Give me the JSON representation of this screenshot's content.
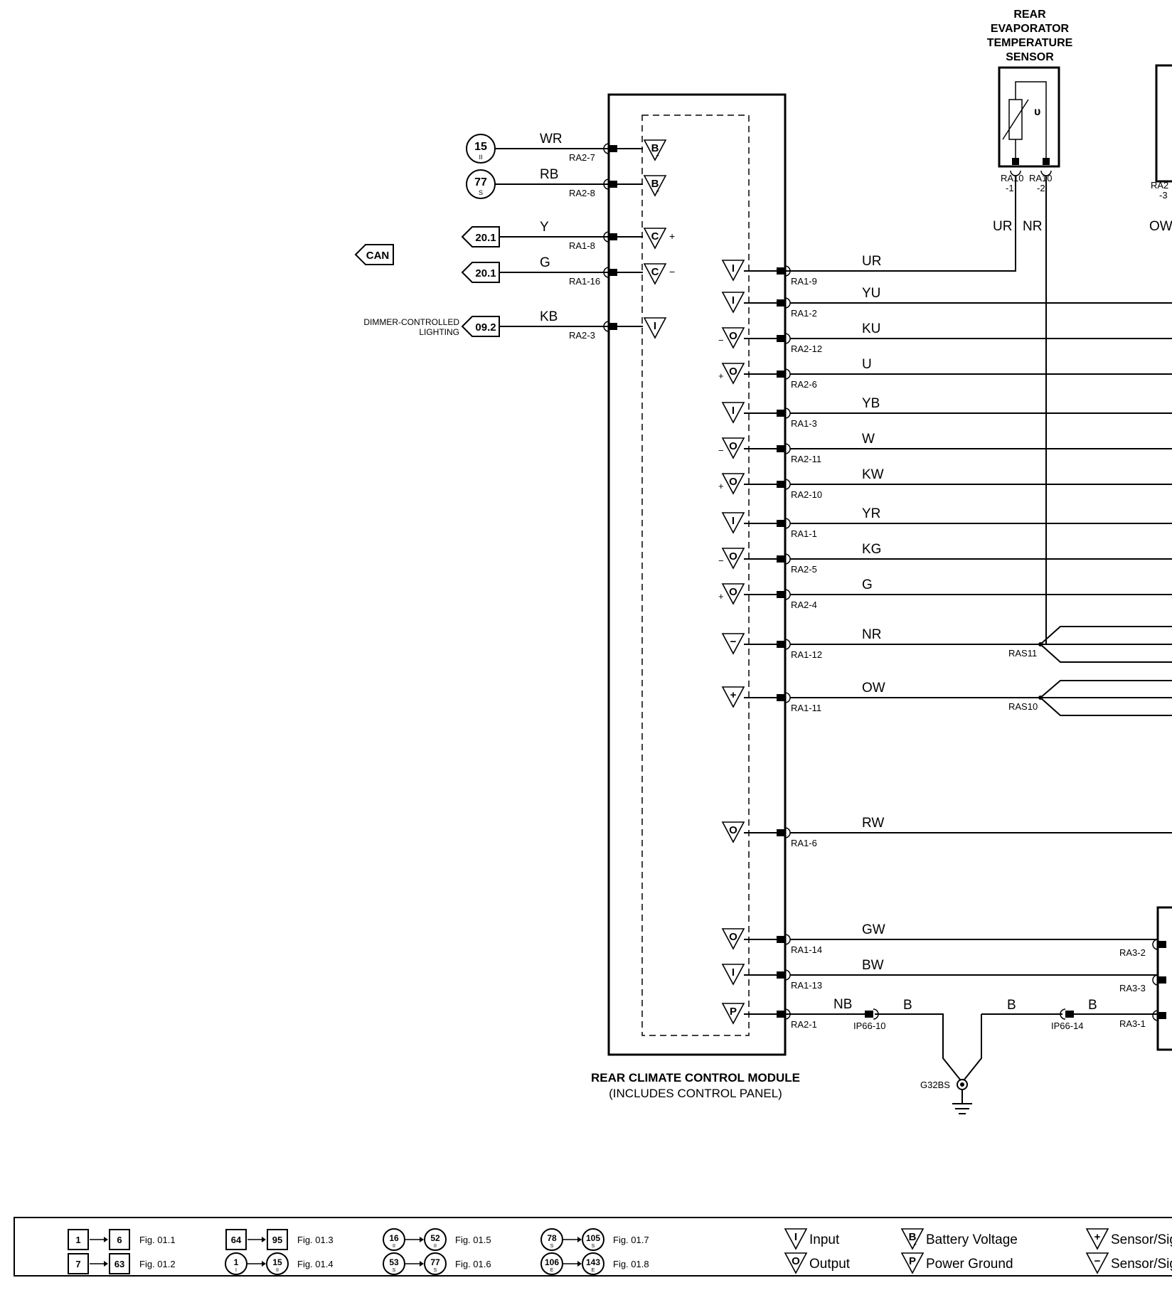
{
  "sensor_title": [
    "REAR",
    "EVAPORATOR",
    "TEMPERATURE",
    "SENSOR"
  ],
  "module_name": "REAR CLIMATE CONTROL MODULE",
  "module_subtitle": "(INCLUDES CONTROL PANEL)",
  "can_label": "CAN",
  "dimmer_label": [
    "DIMMER-CONTROLLED",
    "LIGHTING"
  ],
  "left_connections": [
    {
      "ref": "15",
      "ref_sub": "II",
      "wire": "WR",
      "pin": "RA2-7",
      "sym": "B",
      "shape": "circle"
    },
    {
      "ref": "77",
      "ref_sub": "S",
      "wire": "RB",
      "pin": "RA2-8",
      "sym": "B",
      "shape": "circle"
    },
    {
      "ref": "20.1",
      "ref_sub": "",
      "wire": "Y",
      "pin": "RA1-8",
      "sym": "C+",
      "shape": "tag"
    },
    {
      "ref": "20.1",
      "ref_sub": "",
      "wire": "G",
      "pin": "RA1-16",
      "sym": "C-",
      "shape": "tag"
    },
    {
      "ref": "09.2",
      "ref_sub": "",
      "wire": "KB",
      "pin": "RA2-3",
      "sym": "I",
      "shape": "tag"
    }
  ],
  "right_connections": [
    {
      "wire": "UR",
      "pin": "RA1-9",
      "sym": "I"
    },
    {
      "wire": "YU",
      "pin": "RA1-2",
      "sym": "I"
    },
    {
      "wire": "KU",
      "pin": "RA2-12",
      "sym": "-O"
    },
    {
      "wire": "U",
      "pin": "RA2-6",
      "sym": "+O"
    },
    {
      "wire": "YB",
      "pin": "RA1-3",
      "sym": "I"
    },
    {
      "wire": "W",
      "pin": "RA2-11",
      "sym": "-O"
    },
    {
      "wire": "KW",
      "pin": "RA2-10",
      "sym": "+O"
    },
    {
      "wire": "YR",
      "pin": "RA1-1",
      "sym": "I"
    },
    {
      "wire": "KG",
      "pin": "RA2-5",
      "sym": "-O"
    },
    {
      "wire": "G",
      "pin": "RA2-4",
      "sym": "+O"
    },
    {
      "wire": "NR",
      "pin": "RA1-12",
      "sym": "S-"
    },
    {
      "wire": "OW",
      "pin": "RA1-11",
      "sym": "S+"
    },
    {
      "wire": "RW",
      "pin": "RA1-6",
      "sym": "O"
    },
    {
      "wire": "GW",
      "pin": "RA1-14",
      "sym": "O"
    },
    {
      "wire": "BW",
      "pin": "RA1-13",
      "sym": "I"
    },
    {
      "wire": "NB",
      "pin": "RA2-1",
      "sym": "P"
    }
  ],
  "sensor_pins": [
    "RA10",
    "-1",
    "RA10",
    "-2"
  ],
  "sensor_wires": [
    "UR",
    "NR"
  ],
  "right_edge_labels": {
    "pin_partial": "RA2",
    "pin_partial2": "-3",
    "wire_partial": "OW"
  },
  "splices": [
    "RAS11",
    "RAS10"
  ],
  "ra3_pins": [
    "RA3-2",
    "RA3-3",
    "RA3-1"
  ],
  "ground": {
    "ip_a": "IP66-10",
    "ip_b": "IP66-14",
    "wire_b": "B",
    "ground_id": "G32BS"
  },
  "legend": {
    "nav": [
      {
        "from": "1",
        "to": "6",
        "fig": "Fig. 01.1",
        "shape": "square"
      },
      {
        "from": "7",
        "to": "63",
        "fig": "Fig. 01.2",
        "shape": "square"
      },
      {
        "from": "64",
        "to": "95",
        "fig": "Fig. 01.3",
        "shape": "square"
      },
      {
        "from": "1",
        "to": "15",
        "fig": "Fig. 01.4",
        "shape": "circle",
        "from_sub": "I",
        "to_sub": "II"
      },
      {
        "from": "16",
        "to": "52",
        "fig": "Fig. 01.5",
        "shape": "circle",
        "from_sub": "II",
        "to_sub": "II"
      },
      {
        "from": "53",
        "to": "77",
        "fig": "Fig. 01.6",
        "shape": "circle",
        "from_sub": "S",
        "to_sub": "S"
      },
      {
        "from": "78",
        "to": "105",
        "fig": "Fig. 01.7",
        "shape": "circle",
        "from_sub": "S",
        "to_sub": "S"
      },
      {
        "from": "106",
        "to": "143",
        "fig": "Fig. 01.8",
        "shape": "circle",
        "from_sub": "E",
        "to_sub": "E"
      }
    ],
    "symbols": [
      {
        "sym": "I",
        "label": "Input"
      },
      {
        "sym": "O",
        "label": "Output"
      },
      {
        "sym": "B",
        "label": "Battery Voltage"
      },
      {
        "sym": "P",
        "label": "Power Ground"
      },
      {
        "sym": "+",
        "label": "Sensor/Sig"
      },
      {
        "sym": "-",
        "label": "Sensor/Sig"
      }
    ]
  }
}
